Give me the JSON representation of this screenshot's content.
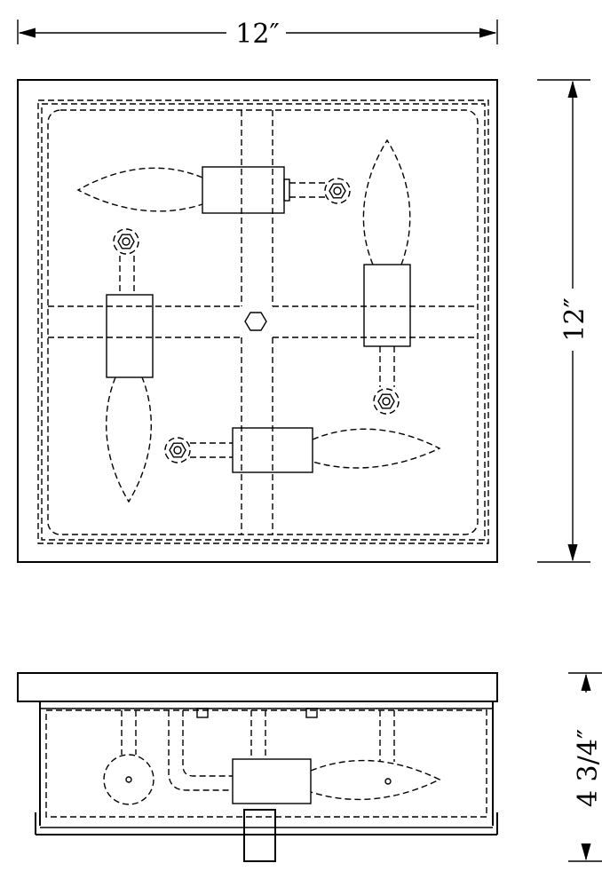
{
  "dimensions": {
    "width_label": "12″",
    "depth_label": "12″",
    "height_label": "4 3/4″"
  },
  "colors": {
    "line": "#000000",
    "background": "#ffffff"
  }
}
